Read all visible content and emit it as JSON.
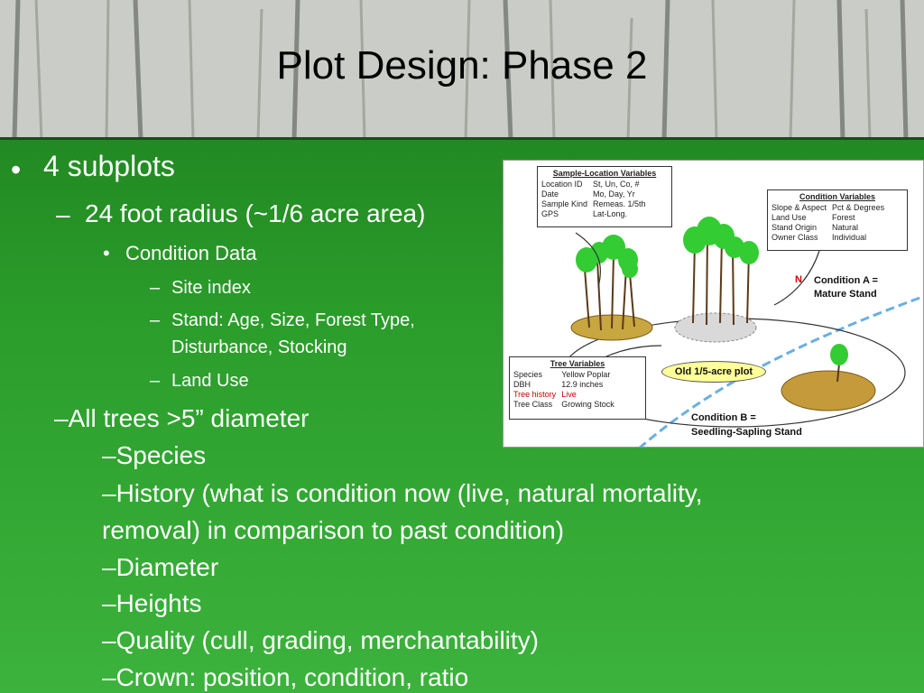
{
  "title": "Plot Design: Phase 2",
  "bullets": {
    "l1": "4 subplots",
    "l2": "24 foot radius (~1/6 acre area)",
    "l3": "Condition Data",
    "l4a": "Site index",
    "l4b_1": "Stand: Age, Size, Forest Type,",
    "l4b_2": "Disturbance, Stocking",
    "l4c": "Land Use",
    "trees": "–All trees >5” diameter",
    "species": "–Species",
    "history_1": "–History (what is condition now (live, natural mortality,",
    "history_2": "removal) in comparison to past condition)",
    "diameter": "–Diameter",
    "heights": "–Heights",
    "quality": "–Quality (cull, grading, merchantability)",
    "crown": "–Crown: position, condition, ratio",
    "bullet_char": "•",
    "dash_char": "–"
  },
  "figure": {
    "sample_location": {
      "title": "Sample-Location Variables",
      "rows": [
        [
          "Location ID",
          "St, Un, Co, #"
        ],
        [
          "Date",
          "Mo, Day, Yr"
        ],
        [
          "Sample Kind",
          "Remeas. 1/5th"
        ],
        [
          "GPS",
          "Lat-Long."
        ]
      ]
    },
    "condition_vars": {
      "title": "Condition Variables",
      "rows": [
        [
          "Slope & Aspect",
          "Pct & Degrees"
        ],
        [
          "Land Use",
          "Forest"
        ],
        [
          "Stand Origin",
          "Natural"
        ],
        [
          "Owner Class",
          "Individual"
        ]
      ]
    },
    "tree_vars": {
      "title": "Tree Variables",
      "rows": [
        [
          "Species",
          "Yellow Poplar"
        ],
        [
          "DBH",
          "12.9 inches"
        ],
        [
          "Tree history",
          "Live"
        ],
        [
          "Tree Class",
          "Growing Stock"
        ]
      ]
    },
    "condition_a_1": "Condition A =",
    "condition_a_2": "Mature Stand",
    "condition_b_1": "Condition B =",
    "condition_b_2": "Seedling-Sapling Stand",
    "old_plot": "Old 1/5-acre plot",
    "north": "N"
  }
}
